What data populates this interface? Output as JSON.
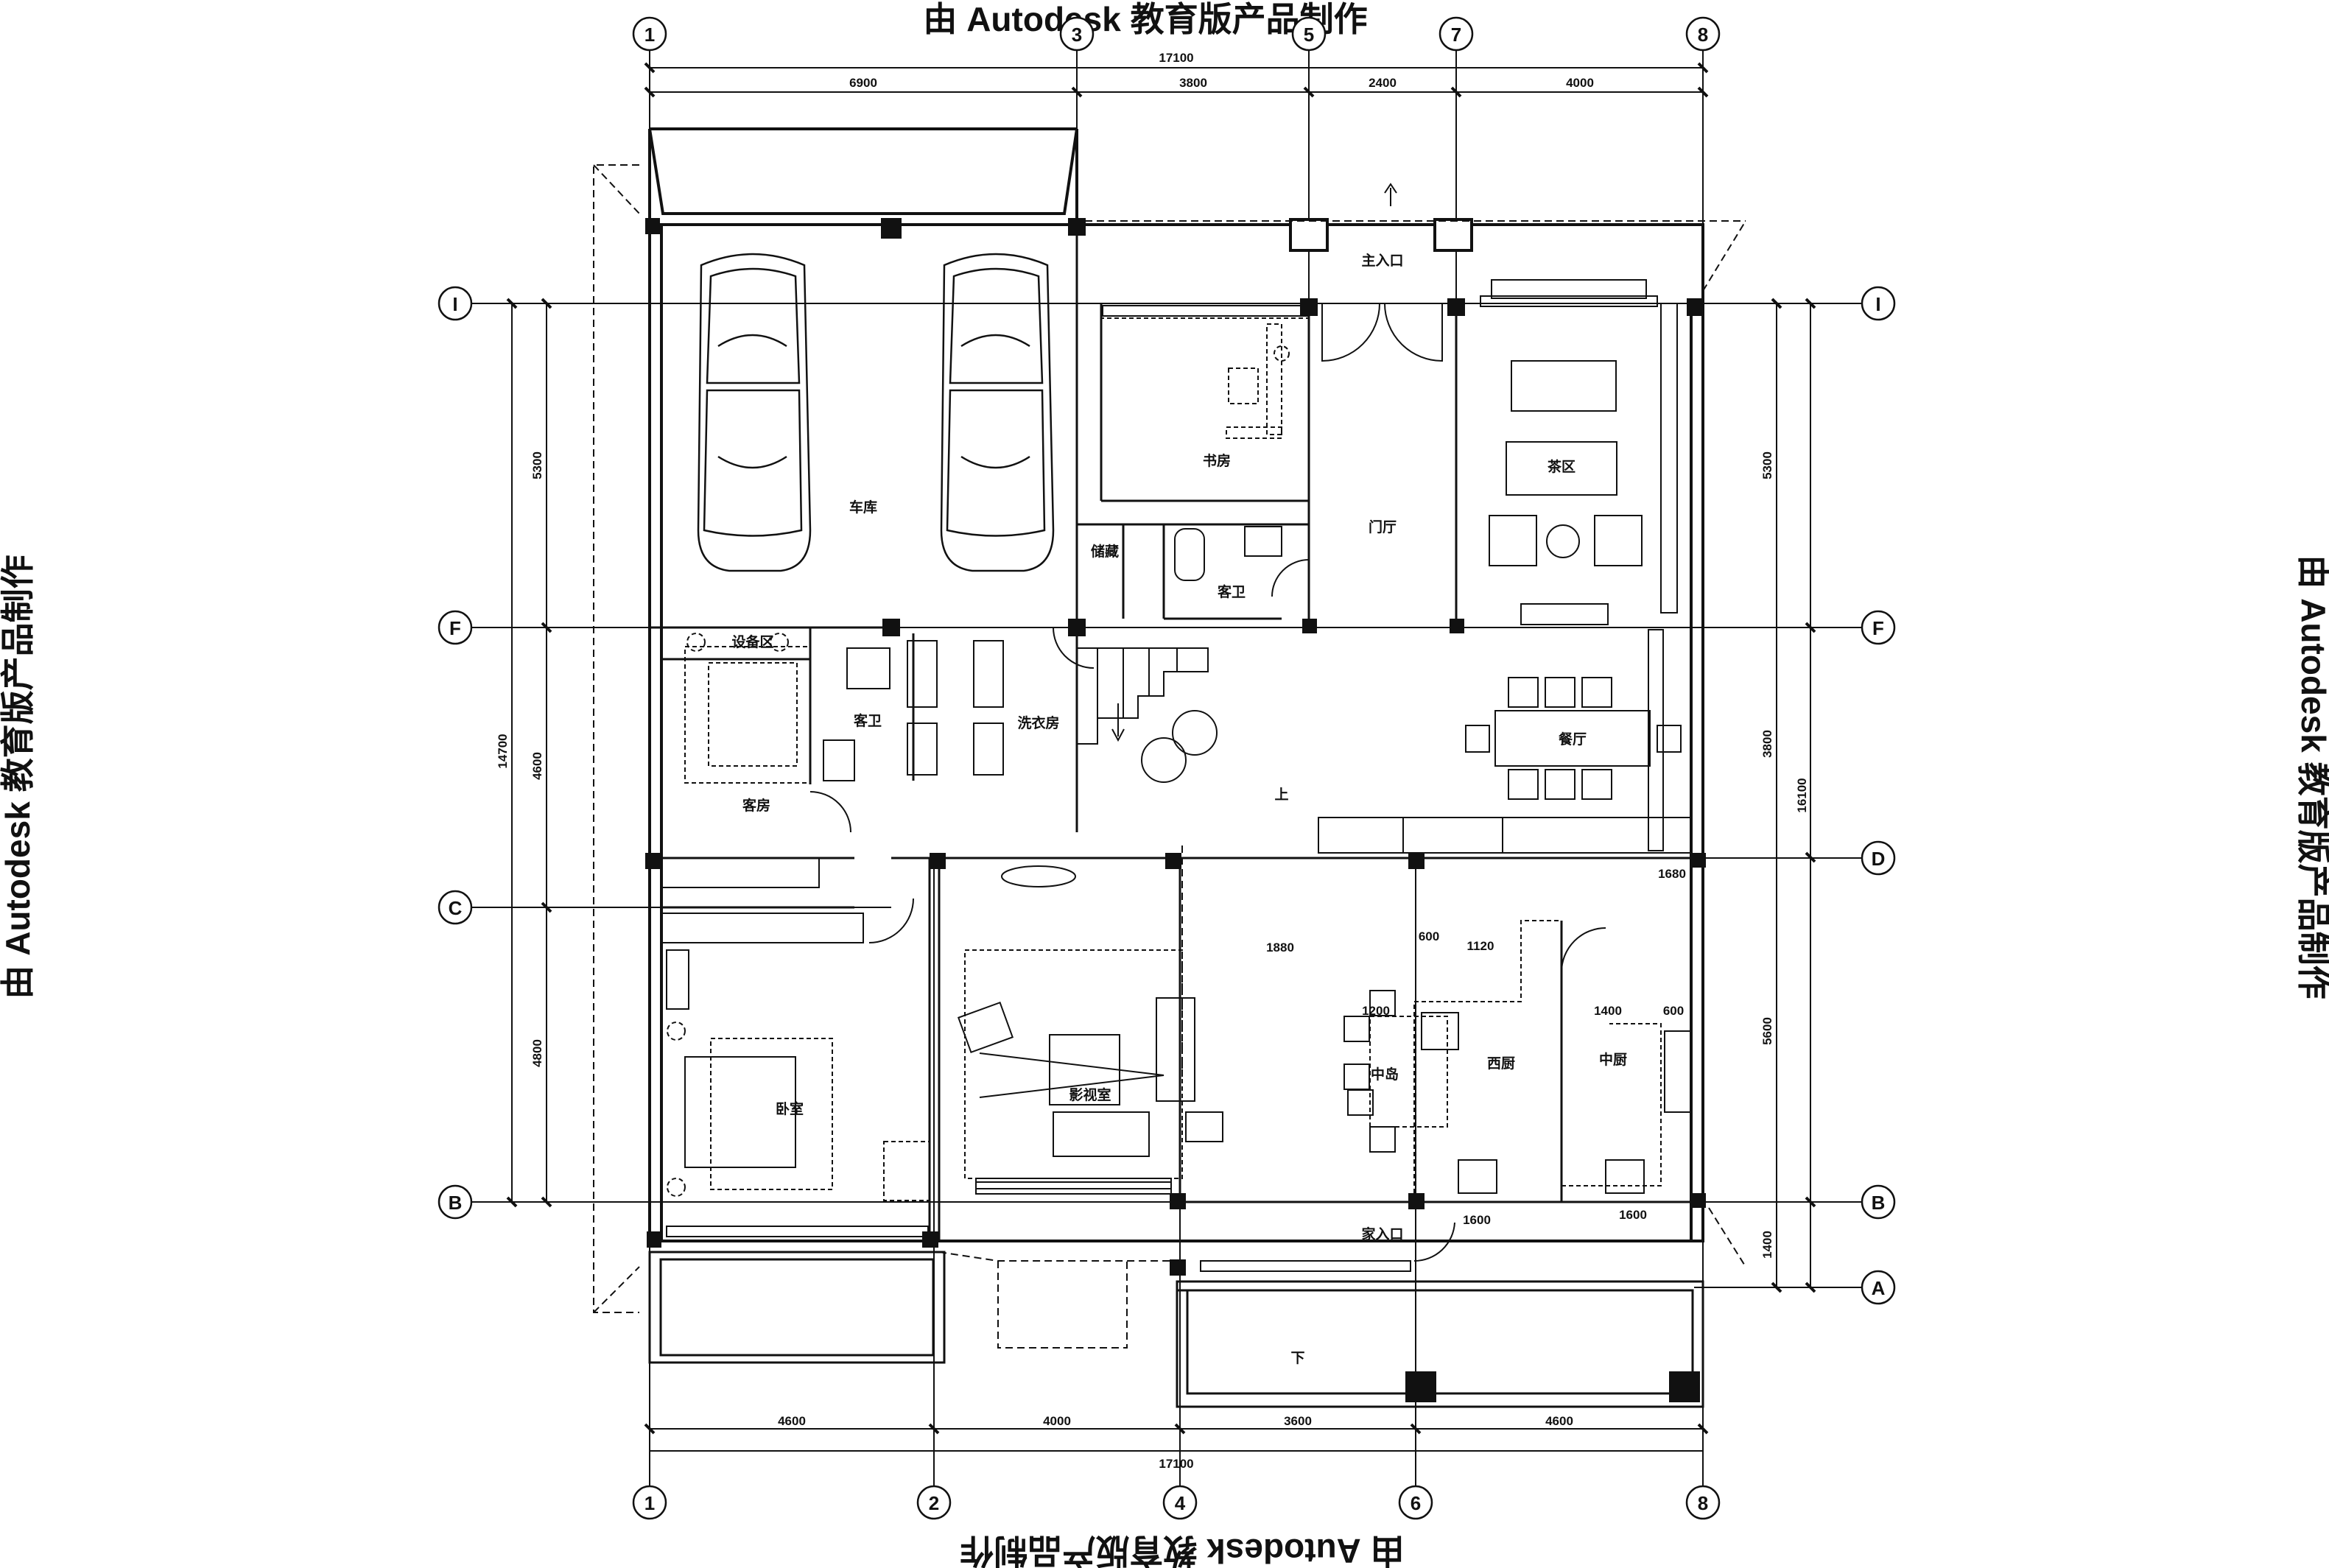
{
  "watermark": "由 Autodesk 教育版产品制作",
  "rooms": {
    "garage": "车库",
    "study": "书房",
    "foyer": "门厅",
    "tea_area": "茶区",
    "closet_storage": "储藏",
    "guest_bath": "客卫",
    "equipment_area": "设备区",
    "guest_bath_2": "客卫",
    "laundry": "洗衣房",
    "dining": "餐厅",
    "guest_room": "客房",
    "bedroom": "卧室",
    "av_room": "影视室",
    "island": "中岛",
    "western_kitchen": "西厨",
    "chinese_kitchen": "中厨",
    "main_entrance": "主入口",
    "family_entrance": "家入口",
    "stair_up": "上",
    "stair_down": "下"
  },
  "grid": {
    "top": [
      "1",
      "3",
      "5",
      "7",
      "8"
    ],
    "bottom": [
      "1",
      "2",
      "4",
      "6",
      "8"
    ],
    "rows": [
      "I",
      "F",
      "D",
      "C",
      "B",
      "A"
    ]
  },
  "dimensions": {
    "top_total": "17100",
    "top_segments": [
      "6900",
      "3800",
      "2400",
      "4000"
    ],
    "bottom_total": "17100",
    "bottom_segments": [
      "4600",
      "4000",
      "3600",
      "4600"
    ],
    "left_total": "14700",
    "left_segments": [
      "5300",
      "4600",
      "4800"
    ],
    "right_total": "16100",
    "right_segments": [
      "5300",
      "3800",
      "5600",
      "1400"
    ],
    "inner": [
      "1680",
      "1880",
      "600",
      "1120",
      "1200",
      "1400",
      "600",
      "1600",
      "1600"
    ]
  }
}
